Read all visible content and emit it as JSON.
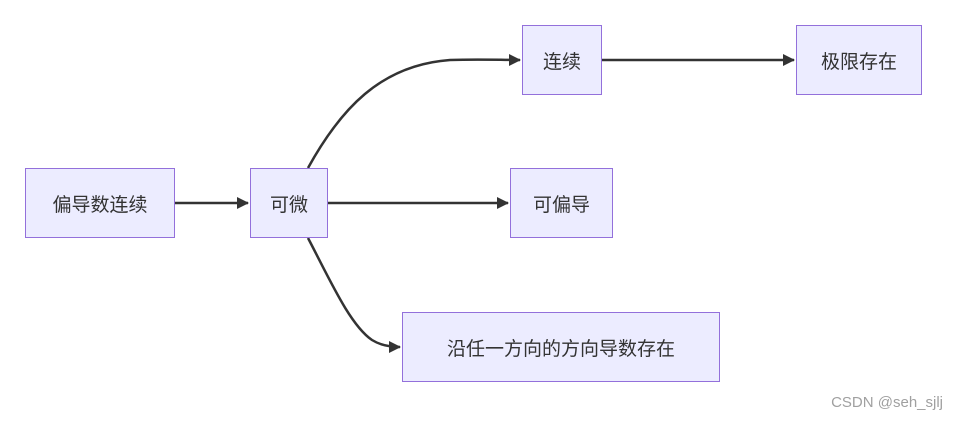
{
  "nodes": {
    "partial_deriv_continuous": "偏导数连续",
    "differentiable": "可微",
    "continuous": "连续",
    "limit_exists": "极限存在",
    "partial_differentiable": "可偏导",
    "directional_derivative_exists": "沿任一方向的方向导数存在"
  },
  "watermark": "CSDN @seh_sjlj",
  "colors": {
    "node_fill": "#ececff",
    "node_border": "#9370db",
    "edge": "#333333"
  }
}
